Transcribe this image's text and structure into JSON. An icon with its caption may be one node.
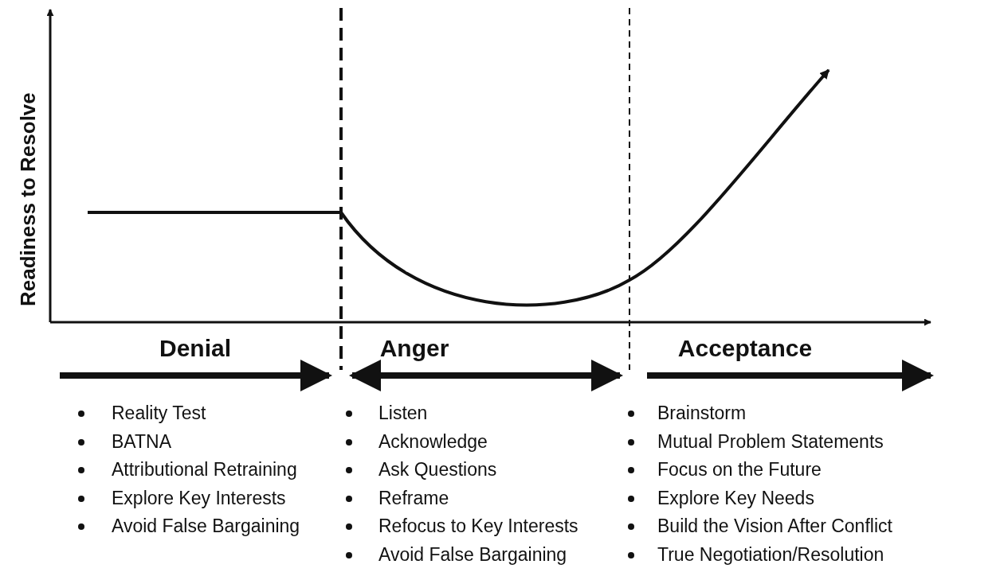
{
  "diagram": {
    "labels": [
      "Readiness to Resolve",
      "Denial",
      "Anger",
      "Acceptance",
      "Reality Test",
      "BATNA",
      "Attributional Retraining",
      "Explore Key Interests",
      "Avoid False Bargaining",
      "Listen",
      "Acknowledge",
      "Ask Questions",
      "Reframe",
      "Refocus to Key Interests",
      "Avoid False Bargaining",
      "Brainstorm",
      "Mutual Problem Statements",
      "Focus on the Future",
      "Explore Key Needs",
      "Build the Vision After Conflict",
      "True Negotiation/Resolution"
    ]
  }
}
